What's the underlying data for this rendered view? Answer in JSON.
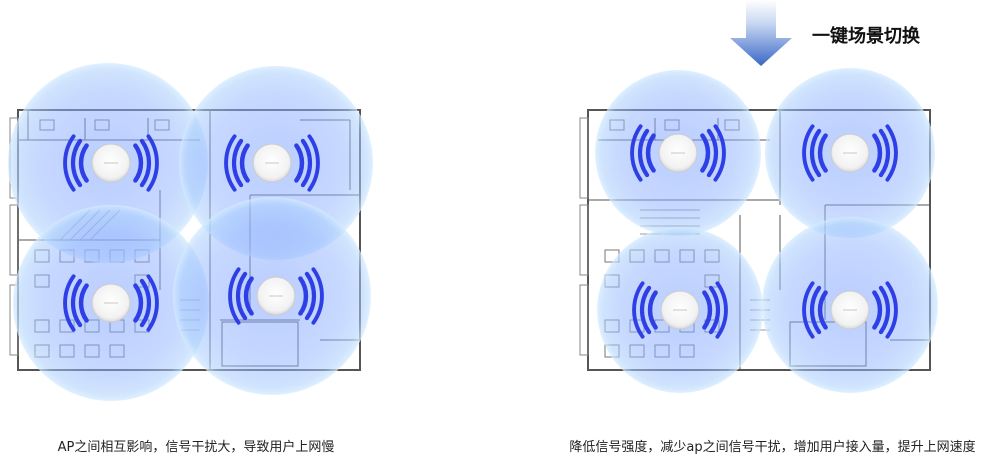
{
  "labels": {
    "switch": "一键场景切换",
    "caption_left": "AP之间相互影响，信号干扰大，导致用户上网慢",
    "caption_right": "降低信号强度，减少ap之间信号干扰，增加用户接入量，提升上网速度"
  },
  "colors": {
    "coverage_fill": "#7fa3ff",
    "coverage_edge": "#cfe6ff",
    "wave": "#2f3fe6",
    "wall": "#555555",
    "arrow_top": "#dfe7f7",
    "arrow_bottom": "#3a67c7"
  },
  "icons": [
    "down-arrow-icon",
    "ap-device-icon",
    "signal-wave-icon"
  ]
}
